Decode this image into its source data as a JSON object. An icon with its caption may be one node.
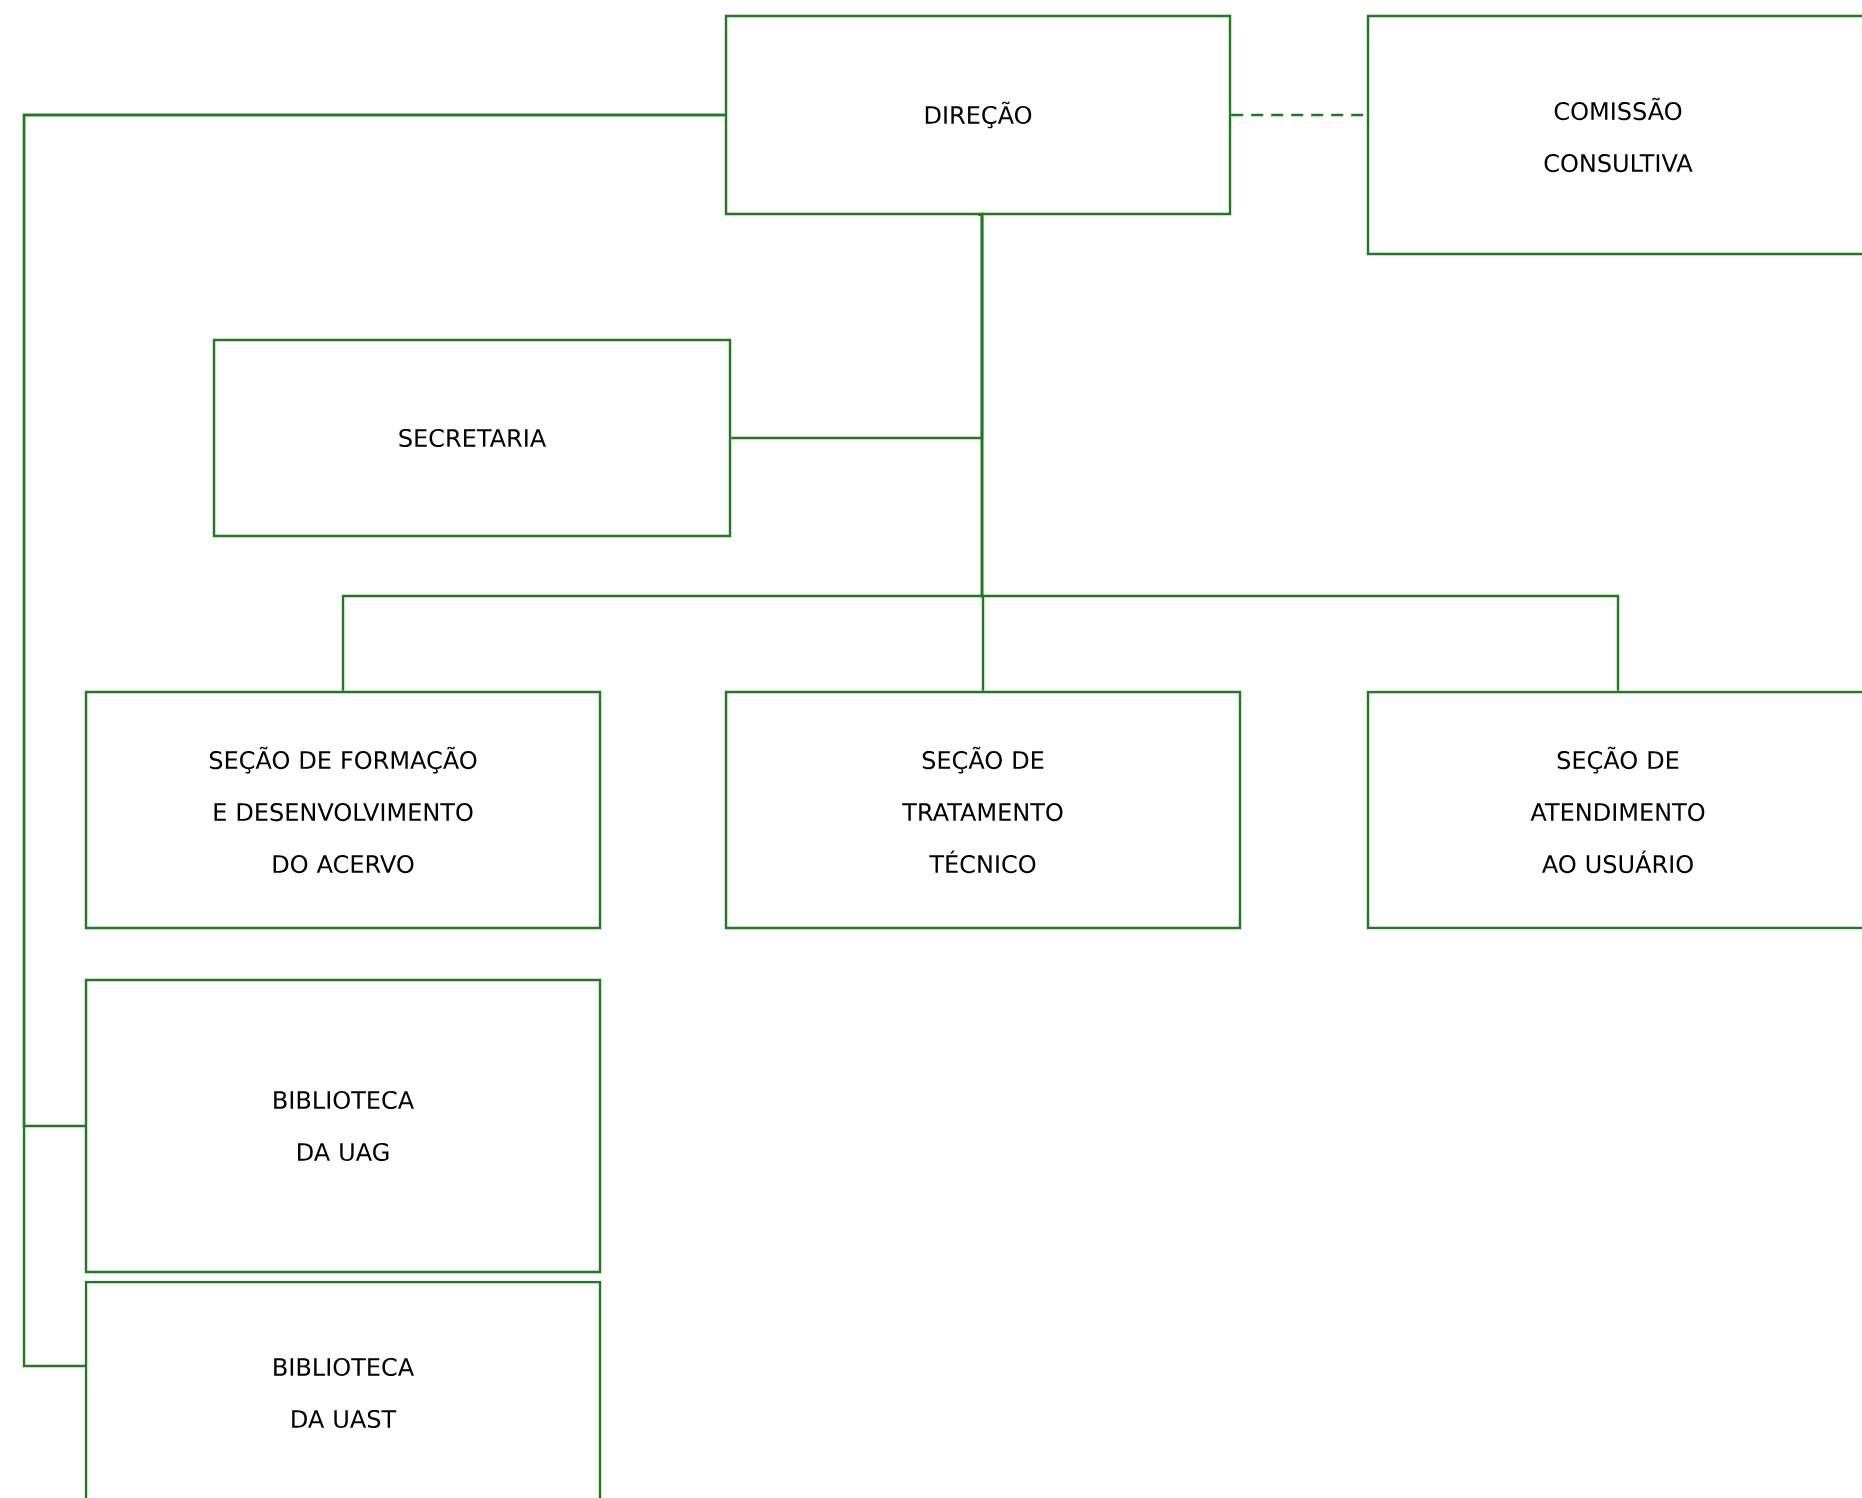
{
  "diagram": {
    "nodes": [
      {
        "text": [
          "DIREÇÃO"
        ]
      },
      {
        "text": [
          "COMISSÃO CONSULTIVA"
        ]
      },
      {
        "text": [
          "SECRETARIA"
        ]
      },
      {
        "text": [
          "SEÇÃO DE FORMAÇÃO E DESENVOLVIMENTO DO ACERVO"
        ]
      },
      {
        "text": [
          "SEÇÃO DE TRATAMENTO TÉCNICO"
        ]
      },
      {
        "text": [
          "SEÇÃO DE ATENDIMENTO AO USUÁRIO"
        ]
      },
      {
        "text": [
          "BIBLIOTECA DA UAG"
        ]
      },
      {
        "text": [
          "BIBLIOTECA DA UAST"
        ]
      }
    ],
    "edges": [
      {
        "from": 0,
        "to": 1,
        "arrow": "none",
        "style": "dashed"
      },
      {
        "from": 0,
        "to": 2,
        "arrow": "none"
      },
      {
        "from": 0,
        "to": 3,
        "arrow": "none"
      },
      {
        "from": 0,
        "to": 4,
        "arrow": "none"
      },
      {
        "from": 0,
        "to": 5,
        "arrow": "none"
      },
      {
        "from": 0,
        "to": 6,
        "arrow": "none"
      },
      {
        "from": 0,
        "to": 7,
        "arrow": "none"
      }
    ]
  }
}
